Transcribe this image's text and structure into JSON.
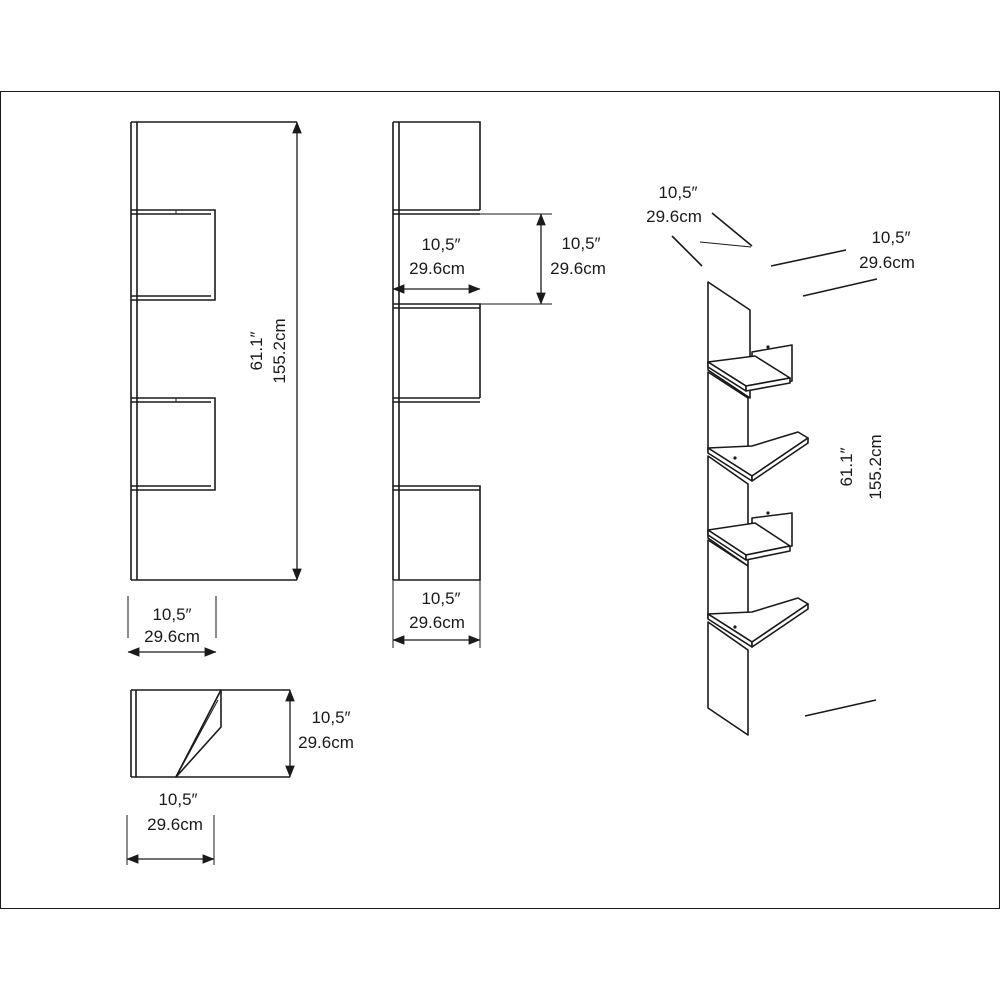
{
  "colors": {
    "stroke": "#1a1a1a",
    "background": "#ffffff"
  },
  "icons": {
    "arrowhead": "filled-triangle"
  },
  "front_view": {
    "height_in": "61.1″",
    "height_cm": "155.2cm",
    "width_in": "10,5″",
    "width_cm": "29.6cm"
  },
  "side_view": {
    "depth_in": "10,5″",
    "depth_cm": "29.6cm",
    "gap_in": "10,5″",
    "gap_cm": "29.6cm",
    "base_in": "10,5″",
    "base_cm": "29.6cm"
  },
  "top_view": {
    "side_in": "10,5″",
    "side_cm": "29.6cm",
    "width_in": "10,5″",
    "width_cm": "29.6cm"
  },
  "perspective_view": {
    "left_in": "10,5″",
    "left_cm": "29.6cm",
    "right_in": "10,5″",
    "right_cm": "29.6cm",
    "height_in": "61.1″",
    "height_cm": "155.2cm"
  }
}
